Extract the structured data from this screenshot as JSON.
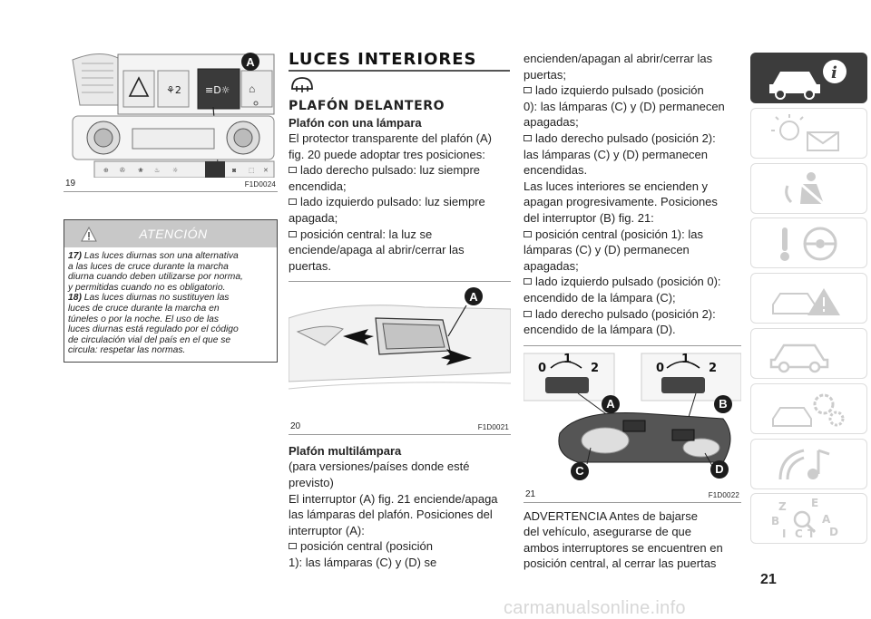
{
  "fig19": {
    "num": "19",
    "code": "F1D0024",
    "callout": "A"
  },
  "warning": {
    "title": "ATENCIÓN",
    "notes": [
      {
        "num": "17)",
        "lines": [
          "Las luces diurnas son una alternativa",
          "a las luces de cruce durante la marcha",
          "diurna cuando deben utilizarse por norma,",
          "y permitidas cuando no es obligatorio."
        ]
      },
      {
        "num": "18)",
        "lines": [
          "Las luces diurnas no sustituyen las",
          "luces de cruce durante la marcha en",
          "túneles o por la noche. El uso de las",
          "luces diurnas está regulado por el código",
          "de circulación vial del país en el que se",
          "circula: respetar las normas."
        ]
      }
    ]
  },
  "col2": {
    "heading": "LUCES INTERIORES",
    "subheading": "PLAFÓN DELANTERO",
    "single_title": "Plafón con una lámpara",
    "single_intro": [
      "El protector transparente del plafón (A)",
      "fig. 20 puede adoptar tres posiciones:"
    ],
    "single_bullets": [
      [
        "lado derecho pulsado: luz siempre",
        "encendida;"
      ],
      [
        "lado izquierdo pulsado: luz siempre",
        "apagada;"
      ],
      [
        "posición central: la luz se",
        "enciende/apaga al abrir/cerrar las",
        "puertas."
      ]
    ],
    "multi_title": "Plafón multilámpara",
    "multi_note": [
      "(para versiones/países donde esté",
      "previsto)"
    ],
    "multi_intro": [
      "El interruptor (A) fig. 21 enciende/apaga",
      "las lámparas del plafón. Posiciones del",
      "interruptor (A):"
    ],
    "multi_bullet_start": [
      "posición central (posición",
      "1): las lámparas (C) y (D) se"
    ]
  },
  "fig20": {
    "num": "20",
    "code": "F1D0021",
    "callout": "A"
  },
  "col3": {
    "cont_lines": [
      "encienden/apagan al abrir/cerrar las",
      "puertas;"
    ],
    "bullets_a": [
      [
        "lado izquierdo pulsado (posición",
        "0): las lámparas (C) y (D) permanecen",
        "apagadas;"
      ],
      [
        "lado derecho pulsado (posición 2):",
        "las lámparas (C) y (D) permanecen",
        "encendidas."
      ]
    ],
    "para": [
      "Las luces interiores se encienden y",
      "apagan progresivamente. Posiciones",
      "del interruptor (B) fig. 21:"
    ],
    "bullets_b": [
      [
        "posición central (posición 1): las",
        "lámparas (C) y (D) permanecen",
        "apagadas;"
      ],
      [
        "lado izquierdo pulsado (posición 0):",
        "encendido de la lámpara (C);"
      ],
      [
        "lado derecho pulsado (posición 2):",
        "encendido de la lámpara (D)."
      ]
    ],
    "advertencia": [
      "ADVERTENCIA Antes de bajarse",
      "del vehículo, asegurarse de que",
      "ambos interruptores se encuentren en",
      "posición central, al cerrar las puertas"
    ]
  },
  "fig21": {
    "num": "21",
    "code": "F1D0022",
    "callouts": [
      "A",
      "B",
      "C",
      "D"
    ],
    "positions": [
      "0",
      "1",
      "2"
    ]
  },
  "tabs": [
    {
      "icon": "car-info-icon",
      "active": true
    },
    {
      "icon": "lights-warning-icon",
      "active": false
    },
    {
      "icon": "airbag-seatbelt-icon",
      "active": false
    },
    {
      "icon": "steering-wheel-key-icon",
      "active": false
    },
    {
      "icon": "car-warning-icon",
      "active": false
    },
    {
      "icon": "car-side-icon",
      "active": false
    },
    {
      "icon": "maintenance-gears-icon",
      "active": false
    },
    {
      "icon": "multimedia-note-icon",
      "active": false
    },
    {
      "icon": "alphabetical-index-icon",
      "active": false
    }
  ],
  "page_number": "21",
  "watermark": "carmanualsonline.info"
}
